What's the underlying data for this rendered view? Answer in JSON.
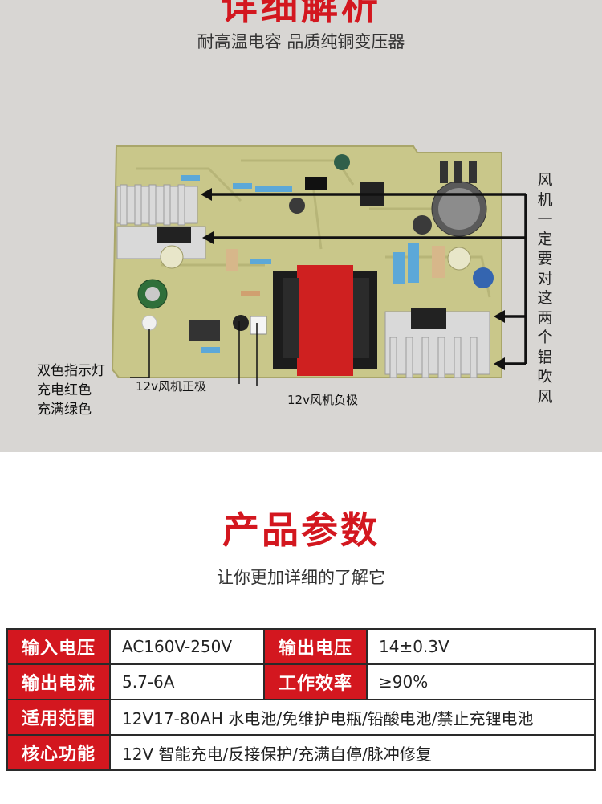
{
  "header": {
    "title": "详细解析",
    "subtitle": "耐高温电容 品质纯铜变压器"
  },
  "annotations": {
    "fan_text": [
      "风",
      "机",
      "一",
      "定",
      "要",
      "对",
      "这",
      "两",
      "个",
      "铝",
      "吹",
      "风"
    ],
    "fan_positive": "12v风机正极",
    "fan_negative": "12v风机负极",
    "indicator_lines": [
      "双色指示灯",
      "充电红色",
      "充满绿色"
    ]
  },
  "params": {
    "title": "产品参数",
    "subtitle": "让你更加详细的了解它",
    "rows": [
      {
        "k1": "输入电压",
        "v1": "AC160V-250V",
        "k2": "输出电压",
        "v2": "14±0.3V"
      },
      {
        "k1": "输出电流",
        "v1": "5.7-6A",
        "k2": "工作效率",
        "v2": "≥90%"
      },
      {
        "k1": "适用范围",
        "v1": "12V17-80AH 水电池/免维护电瓶/铅酸电池/禁止充锂电池"
      },
      {
        "k1": "核心功能",
        "v1": "12V 智能充电/反接保护/充满自停/脉冲修复"
      }
    ]
  },
  "colors": {
    "accent": "#d3171f",
    "photo_bg": "#d8d6d3",
    "pcb": "#c9c78a"
  }
}
